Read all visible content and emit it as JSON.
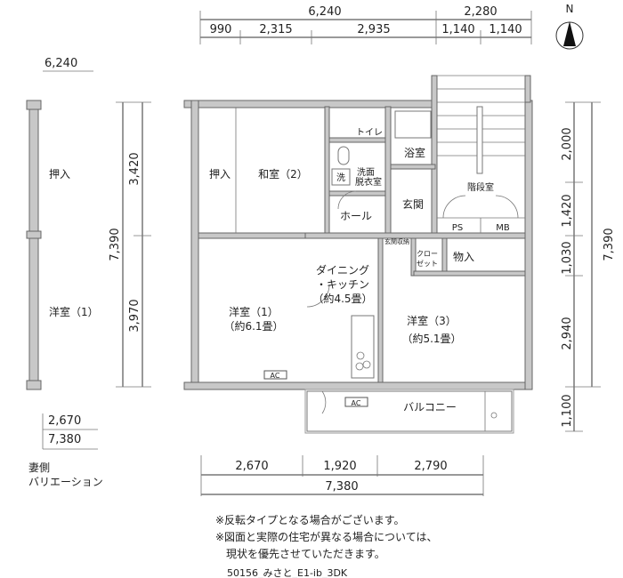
{
  "dimensions": {
    "top_total": [
      "6,240",
      "2,280"
    ],
    "top_parts": [
      "990",
      "2,315",
      "2,935",
      "1,140",
      "1,140"
    ],
    "left": [
      "7,390",
      "3,420",
      "3,970"
    ],
    "right_parts": [
      "2,000",
      "1,420",
      "1,030",
      "2,940",
      "1,100"
    ],
    "right_total": "7,390",
    "bottom_parts": [
      "2,670",
      "1,920",
      "2,790"
    ],
    "bottom_total": "7,380"
  },
  "north": "N",
  "variation": {
    "top_dim": "6,240",
    "oshiire": "押入",
    "room": "洋室（1）",
    "dim1": "2,670",
    "dim2": "7,380",
    "label_line1": "妻側",
    "label_line2": "バリエーション"
  },
  "rooms": {
    "oshiire": "押入",
    "washitsu": "和室（2）",
    "toilet": "トイレ",
    "bath": "浴室",
    "senmen1": "洗面",
    "senmen2": "脱衣室",
    "washer": "洗",
    "hall": "ホール",
    "genkan": "玄関",
    "stairs": "階段室",
    "ps": "PS",
    "mb": "MB",
    "genkan_storage": "玄関収納",
    "closet1": "クロー",
    "closet2": "ゼット",
    "monoire": "物入",
    "dk1": "ダイニング",
    "dk2": "・キッチン",
    "dk3": "（約4.5畳）",
    "yoshitsu1a": "洋室（1）",
    "yoshitsu1b": "（約6.1畳）",
    "yoshitsu3a": "洋室（3）",
    "yoshitsu3b": "（約5.1畳）",
    "balcony": "バルコニー",
    "ac": "AC"
  },
  "notes": [
    "※反転タイプとなる場合がございます。",
    "※図面と実際の住宅が異なる場合については、",
    "　現状を優先させていただきます。"
  ],
  "plan_id": "50156_みさと_E1-ib_3DK"
}
